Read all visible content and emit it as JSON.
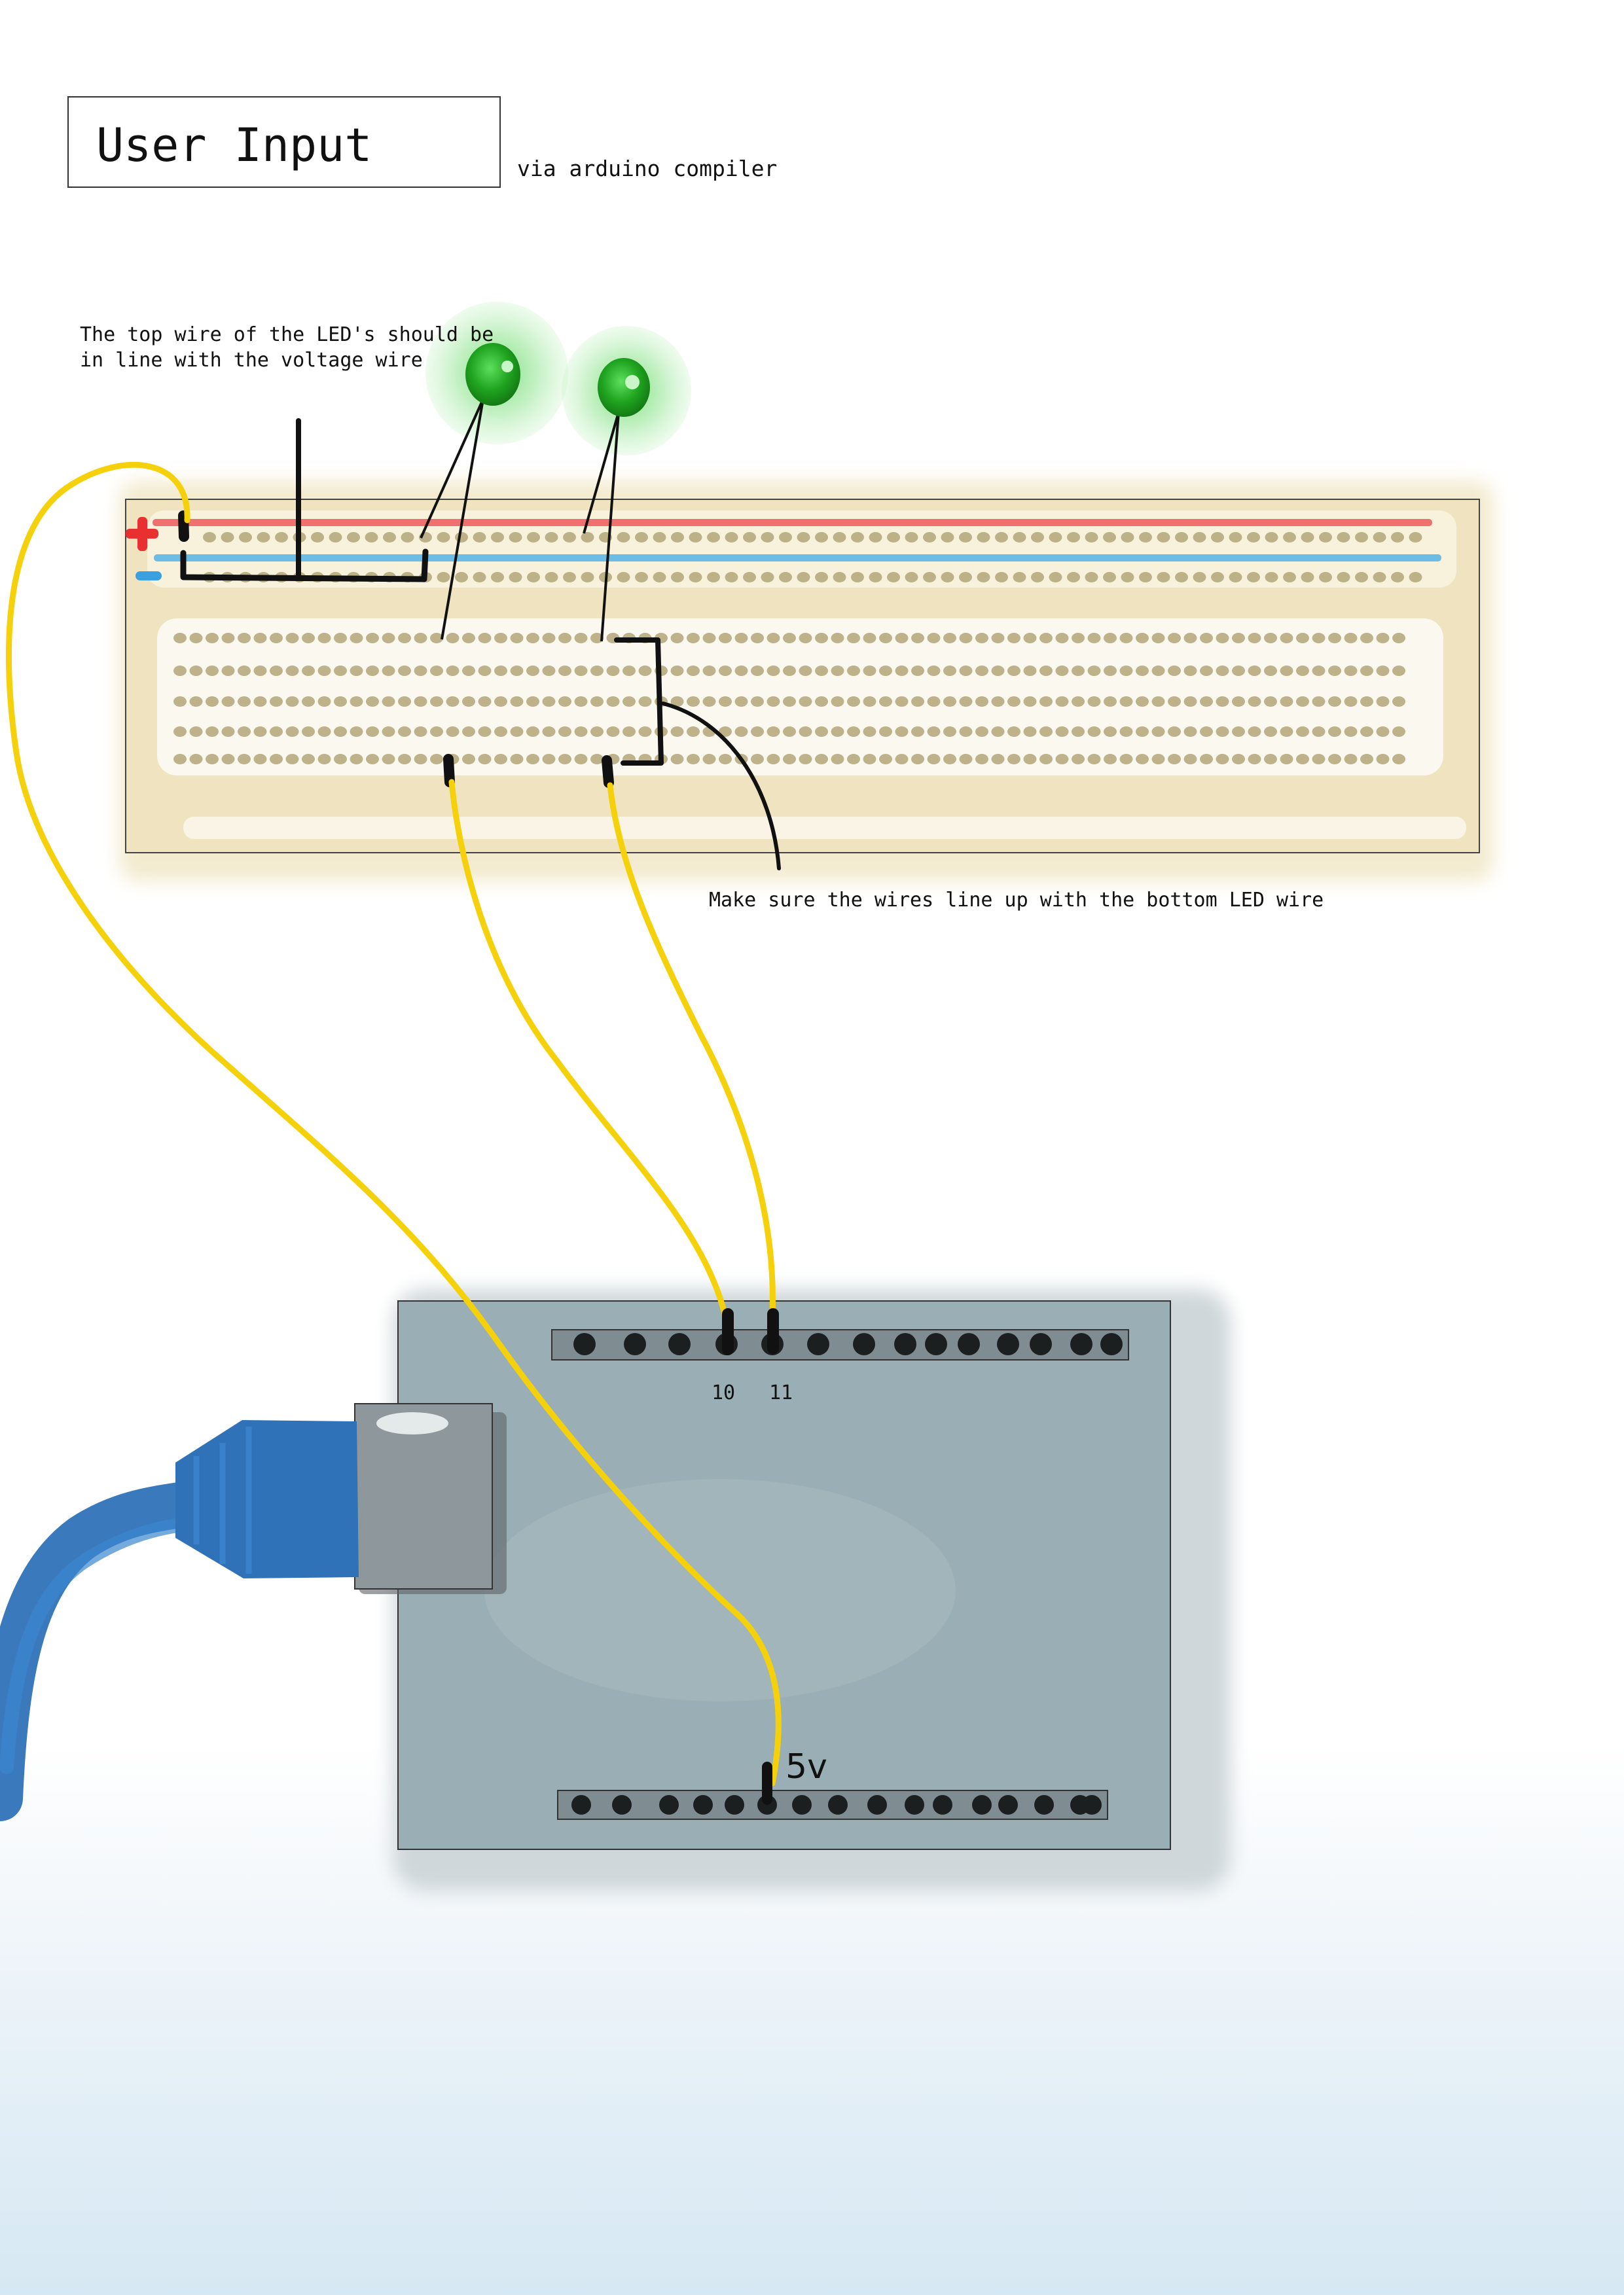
{
  "title": "User Input",
  "subtitle": "via arduino compiler",
  "notes": {
    "top_line_1": "The top wire of the LED's should be",
    "top_line_2": "in line with the voltage wire",
    "bottom": "Make sure the wires line up with the bottom LED wire"
  },
  "board_labels": {
    "pin_10": "10",
    "pin_11": "11",
    "pin_5v": "5v"
  },
  "colors": {
    "breadboard": "#efe4bf",
    "breadboard_inner": "#fbf8f0",
    "hole": "#b3a679",
    "positive_rail": "#f06f6f",
    "negative_rail": "#6cbde6",
    "plus_sign": "#e83030",
    "minus_sign": "#3aa0e0",
    "led_green": "#22b022",
    "led_glow": "#7fe07f",
    "jumper_wire": "#f5d10c",
    "ground_wire": "#111111",
    "arduino_board": "#9aafb5",
    "header": "#7f8d92",
    "usb_port": "#8e979b",
    "usb_cable": "#2f72b8"
  },
  "icons": {
    "plus": "plus-icon",
    "minus": "minus-icon",
    "led": "led-icon"
  }
}
